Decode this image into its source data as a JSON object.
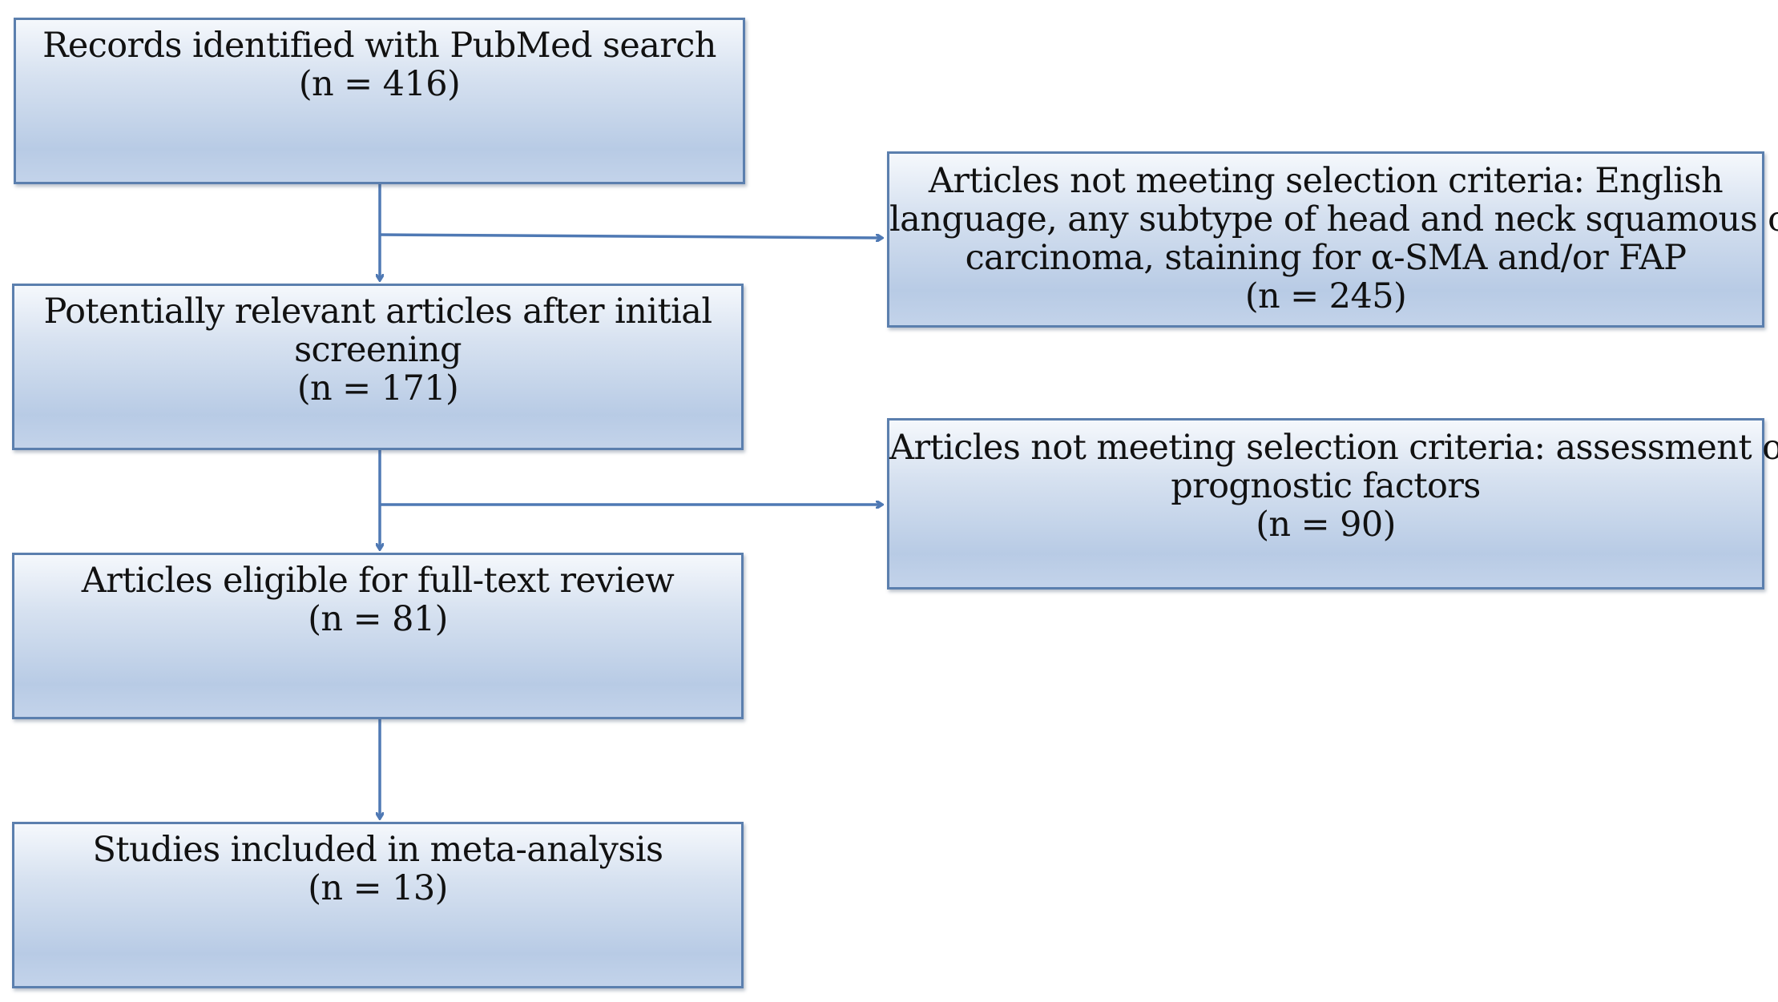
{
  "flowchart": {
    "records": {
      "lines": [
        "Records identified with PubMed search",
        "(n = 416)"
      ]
    },
    "potential": {
      "lines": [
        "Potentially relevant articles after initial",
        "screening",
        "(n = 171)"
      ]
    },
    "eligible": {
      "lines": [
        "Articles eligible for full-text review",
        "(n = 81)"
      ]
    },
    "included": {
      "lines": [
        "Studies included in meta-analysis",
        "(n = 13)"
      ]
    },
    "excluded_1": {
      "lines": [
        "Articles not meeting selection criteria: English",
        "language, any subtype of head and neck squamous cell",
        "carcinoma, staining for α-SMA and/or FAP",
        "(n = 245)"
      ]
    },
    "excluded_2": {
      "lines": [
        "Articles not meeting selection criteria: assessment of",
        "prognostic factors",
        "(n = 90)"
      ]
    }
  },
  "colors": {
    "box_border": "#5b7fae",
    "box_fill_top": "#f5f8fc",
    "box_fill_bottom": "#b8cbe5",
    "arrow": "#4f79b4",
    "text": "#111111"
  }
}
